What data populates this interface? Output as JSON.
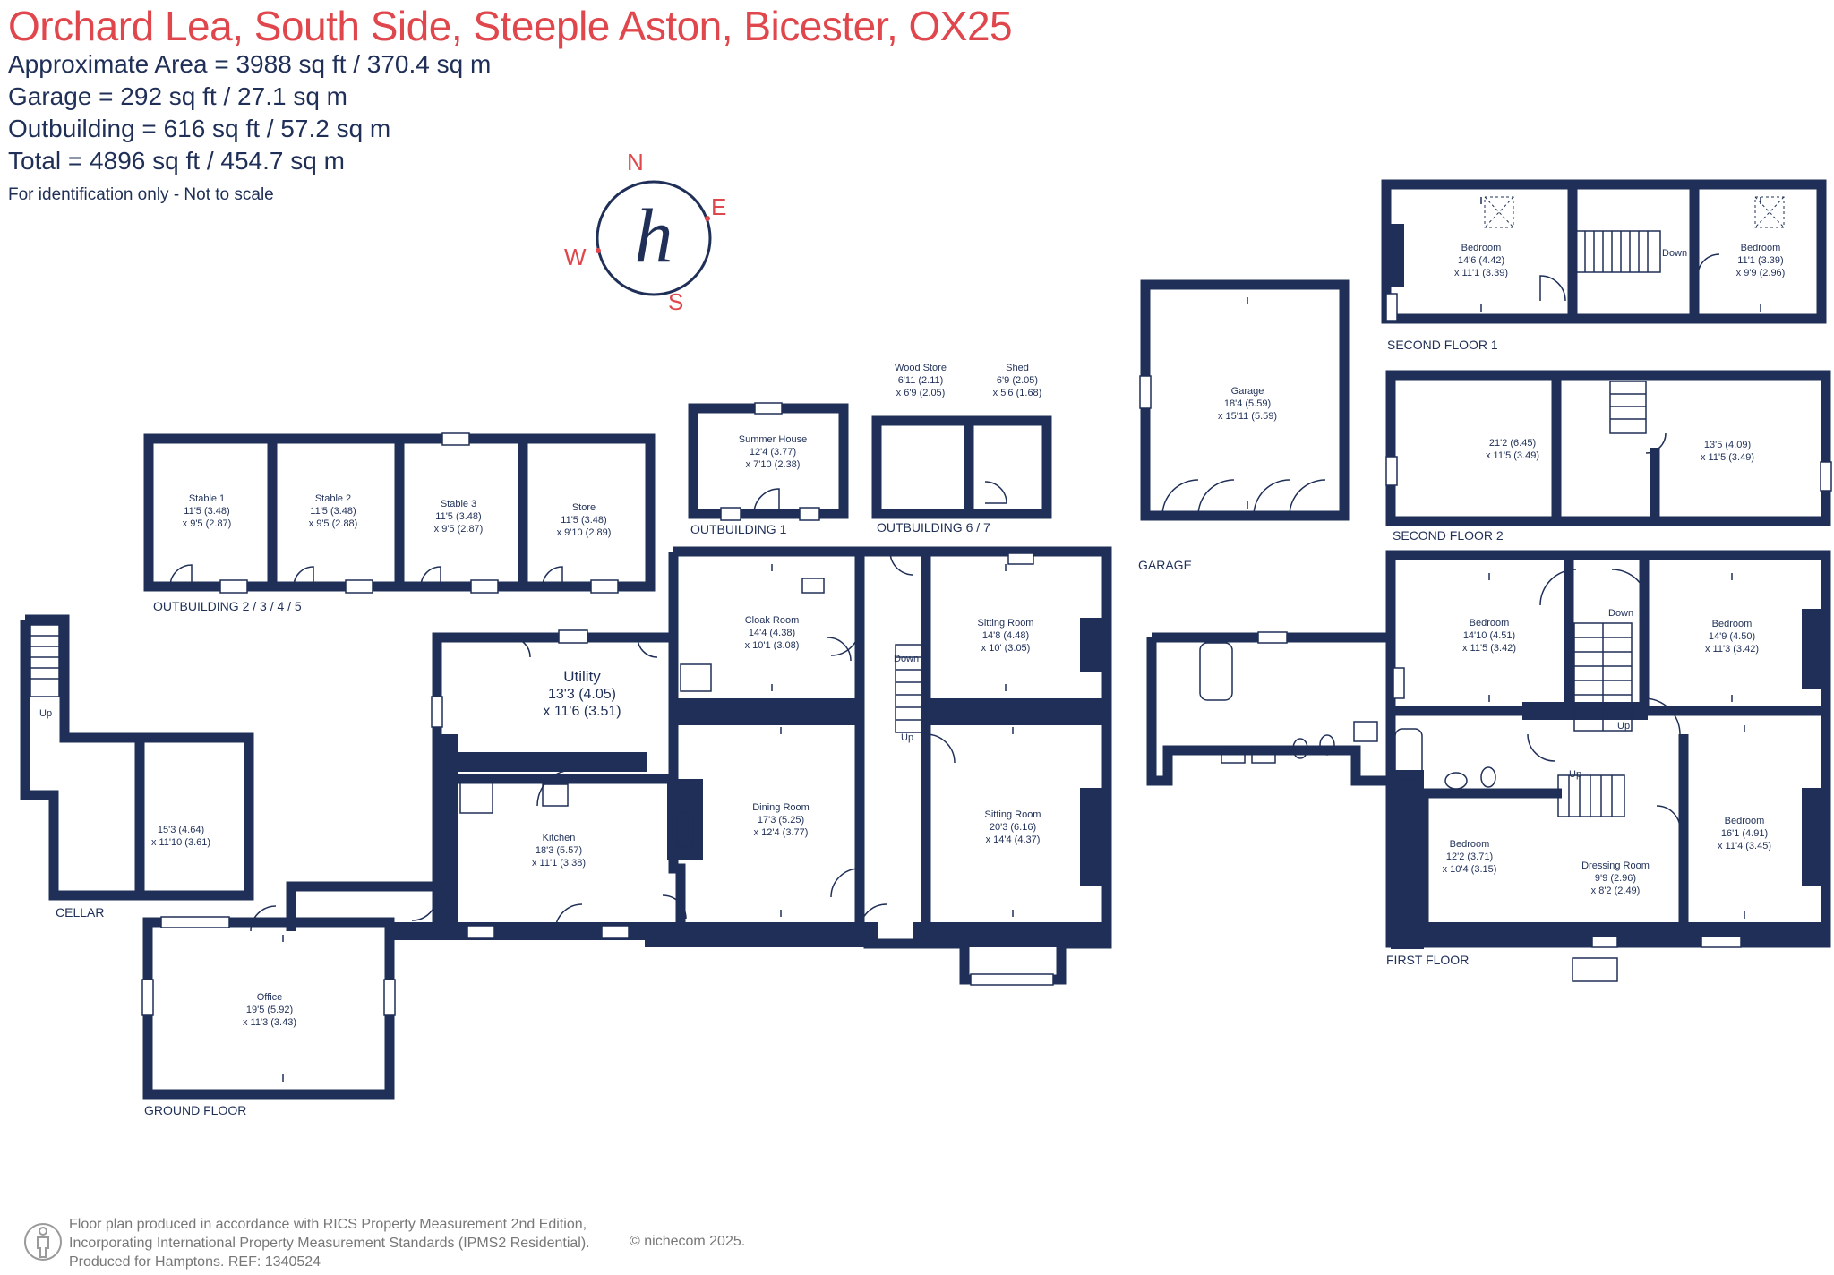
{
  "header": {
    "title": "Orchard Lea, South Side, Steeple Aston, Bicester, OX25",
    "areas": [
      "Approximate Area = 3988 sq ft / 370.4 sq m",
      "Garage = 292 sq ft / 27.1 sq m",
      "Outbuilding = 616 sq ft / 57.2 sq m",
      "Total = 4896 sq ft / 454.7 sq m"
    ],
    "note": "For identification only - Not to scale"
  },
  "compass": {
    "n": "N",
    "e": "E",
    "s": "S",
    "w": "W",
    "logo": "h"
  },
  "sections": {
    "outbuilding1": "OUTBUILDING 1",
    "outbuilding67": "OUTBUILDING 6 / 7",
    "outbuilding2345": "OUTBUILDING 2 / 3 / 4 / 5",
    "cellar": "CELLAR",
    "ground_floor": "GROUND FLOOR",
    "garage": "GARAGE",
    "second_floor_1": "SECOND FLOOR 1",
    "second_floor_2": "SECOND FLOOR 2",
    "first_floor": "FIRST FLOOR"
  },
  "rooms": {
    "stable1": [
      "Stable 1",
      "11'5 (3.48)",
      "x 9'5 (2.87)"
    ],
    "stable2": [
      "Stable 2",
      "11'5 (3.48)",
      "x 9'5 (2.88)"
    ],
    "stable3": [
      "Stable 3",
      "11'5 (3.48)",
      "x 9'5 (2.87)"
    ],
    "store": [
      "Store",
      "11'5 (3.48)",
      "x 9'10 (2.89)"
    ],
    "summer_house": [
      "Summer House",
      "12'4 (3.77)",
      "x 7'10 (2.38)"
    ],
    "wood_store": [
      "Wood Store",
      "6'11 (2.11)",
      "x 6'9 (2.05)"
    ],
    "shed": [
      "Shed",
      "6'9 (2.05)",
      "x 5'6 (1.68)"
    ],
    "garage": [
      "Garage",
      "18'4 (5.59)",
      "x 15'11 (5.59)"
    ],
    "cloak_room": [
      "Cloak Room",
      "14'4 (4.38)",
      "x 10'1 (3.08)"
    ],
    "sitting_room_small": [
      "Sitting Room",
      "14'8 (4.48)",
      "x 10' (3.05)"
    ],
    "utility": [
      "Utility",
      "13'3 (4.05)",
      "x 11'6 (3.51)"
    ],
    "dining_room": [
      "Dining Room",
      "17'3 (5.25)",
      "x 12'4 (3.77)"
    ],
    "sitting_room_large": [
      "Sitting Room",
      "20'3 (6.16)",
      "x 14'4 (4.37)"
    ],
    "kitchen": [
      "Kitchen",
      "18'3 (5.57)",
      "x 11'1 (3.38)"
    ],
    "office": [
      "Office",
      "19'5 (5.92)",
      "x 11'3 (3.43)"
    ],
    "cellar_room": [
      "15'3 (4.64)",
      "x 11'10 (3.61)"
    ],
    "sf1_bed_left": [
      "Bedroom",
      "14'6 (4.42)",
      "x 11'1 (3.39)"
    ],
    "sf1_bed_right": [
      "Bedroom",
      "11'1 (3.39)",
      "x 9'9 (2.96)"
    ],
    "sf2_left": [
      "21'2 (6.45)",
      "x 11'5 (3.49)"
    ],
    "sf2_right": [
      "13'5 (4.09)",
      "x 11'5 (3.49)"
    ],
    "ff_bed1": [
      "Bedroom",
      "14'10 (4.51)",
      "x 11'5 (3.42)"
    ],
    "ff_bed2": [
      "Bedroom",
      "14'9 (4.50)",
      "x 11'3 (3.42)"
    ],
    "ff_bed3": [
      "Bedroom",
      "12'2 (3.71)",
      "x 10'4 (3.15)"
    ],
    "ff_dressing": [
      "Dressing Room",
      "9'9 (2.96)",
      "x 8'2 (2.49)"
    ],
    "ff_bed4": [
      "Bedroom",
      "16'1 (4.91)",
      "x 11'4 (3.45)"
    ]
  },
  "stairs": {
    "down": "Down",
    "up": "Up"
  },
  "footer": {
    "line1": "Floor plan produced in accordance with RICS Property Measurement 2nd Edition,",
    "line2": "Incorporating International Property Measurement Standards (IPMS2 Residential).",
    "line3": "Produced for Hamptons.  REF:  1340524",
    "copyright": "© nichecom  2025."
  },
  "colors": {
    "wall": "#1f2f57",
    "title": "#e0474c",
    "label": "#1f2f57"
  }
}
